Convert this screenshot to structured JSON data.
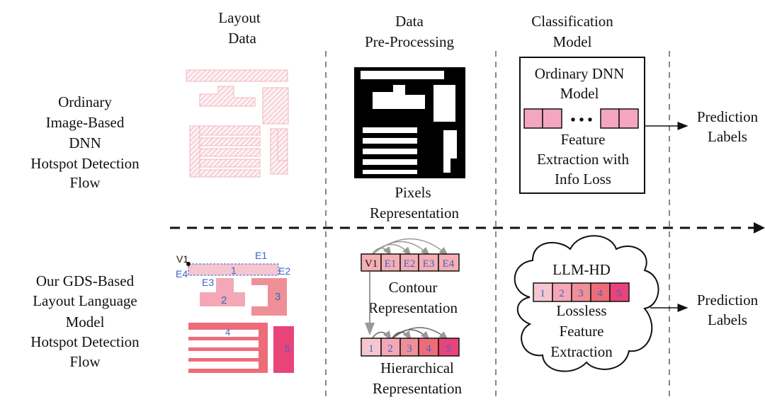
{
  "columns": {
    "layout_data": [
      "Layout",
      "Data"
    ],
    "preprocessing": [
      "Data",
      "Pre-Processing"
    ],
    "classification": [
      "Classification",
      "Model"
    ]
  },
  "rows": {
    "ordinary": [
      "Ordinary",
      "Image-Based",
      "DNN",
      "Hotspot Detection",
      "Flow"
    ],
    "ours": [
      "Our GDS-Based",
      "Layout Language",
      "Model",
      "Hotspot Detection",
      "Flow"
    ]
  },
  "pixels_caption": [
    "Pixels",
    "Representation"
  ],
  "dnn_box": {
    "title": [
      "Ordinary DNN",
      "Model"
    ],
    "caption": [
      "Feature",
      "Extraction with",
      "Info Loss"
    ],
    "dots": "• • •"
  },
  "prediction_labels": [
    "Prediction",
    "Labels"
  ],
  "layout_labels": {
    "v1": "V1",
    "e1": "E1",
    "e2": "E2",
    "e3": "E3",
    "e4": "E4",
    "poly1": "1",
    "poly2": "2",
    "poly3": "3",
    "poly4": "4",
    "poly5": "5"
  },
  "contour": {
    "cells": [
      "V1",
      "E1",
      "E2",
      "E3",
      "E4"
    ],
    "caption": [
      "Contour",
      "Representation"
    ]
  },
  "hierarchical": {
    "cells": [
      "1",
      "2",
      "3",
      "4",
      "5"
    ],
    "caption": [
      "Hierarchical",
      "Representation"
    ]
  },
  "llm_hd": {
    "title": "LLM-HD",
    "cells": [
      "1",
      "2",
      "3",
      "4",
      "5"
    ],
    "caption": [
      "Lossless",
      "Feature",
      "Extraction"
    ]
  },
  "colors": {
    "pale_pink": "#f6c6d0",
    "pink": "#f4a7b6",
    "mid_pink": "#ef8f97",
    "red_pink": "#ee6c78",
    "magenta": "#e8447a",
    "blue_text": "#3b63c9"
  }
}
